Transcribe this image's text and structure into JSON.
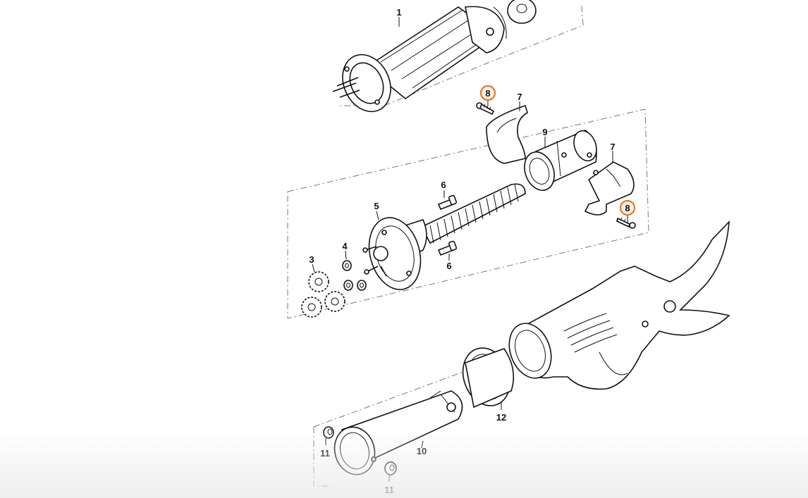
{
  "diagram": {
    "callouts": [
      {
        "id": "c1",
        "label": "1"
      },
      {
        "id": "c3",
        "label": "3"
      },
      {
        "id": "c4",
        "label": "4"
      },
      {
        "id": "c5",
        "label": "5"
      },
      {
        "id": "c6a",
        "label": "6"
      },
      {
        "id": "c6b",
        "label": "6"
      },
      {
        "id": "c7a",
        "label": "7"
      },
      {
        "id": "c7b",
        "label": "7"
      },
      {
        "id": "c8a",
        "label": "8",
        "highlighted": true
      },
      {
        "id": "c8b",
        "label": "8",
        "highlighted": true
      },
      {
        "id": "c9",
        "label": "9"
      },
      {
        "id": "c10",
        "label": "10"
      },
      {
        "id": "c11a",
        "label": "11"
      },
      {
        "id": "c11b",
        "label": "11"
      },
      {
        "id": "c12",
        "label": "12"
      }
    ],
    "highlight_color": "#e87722"
  }
}
